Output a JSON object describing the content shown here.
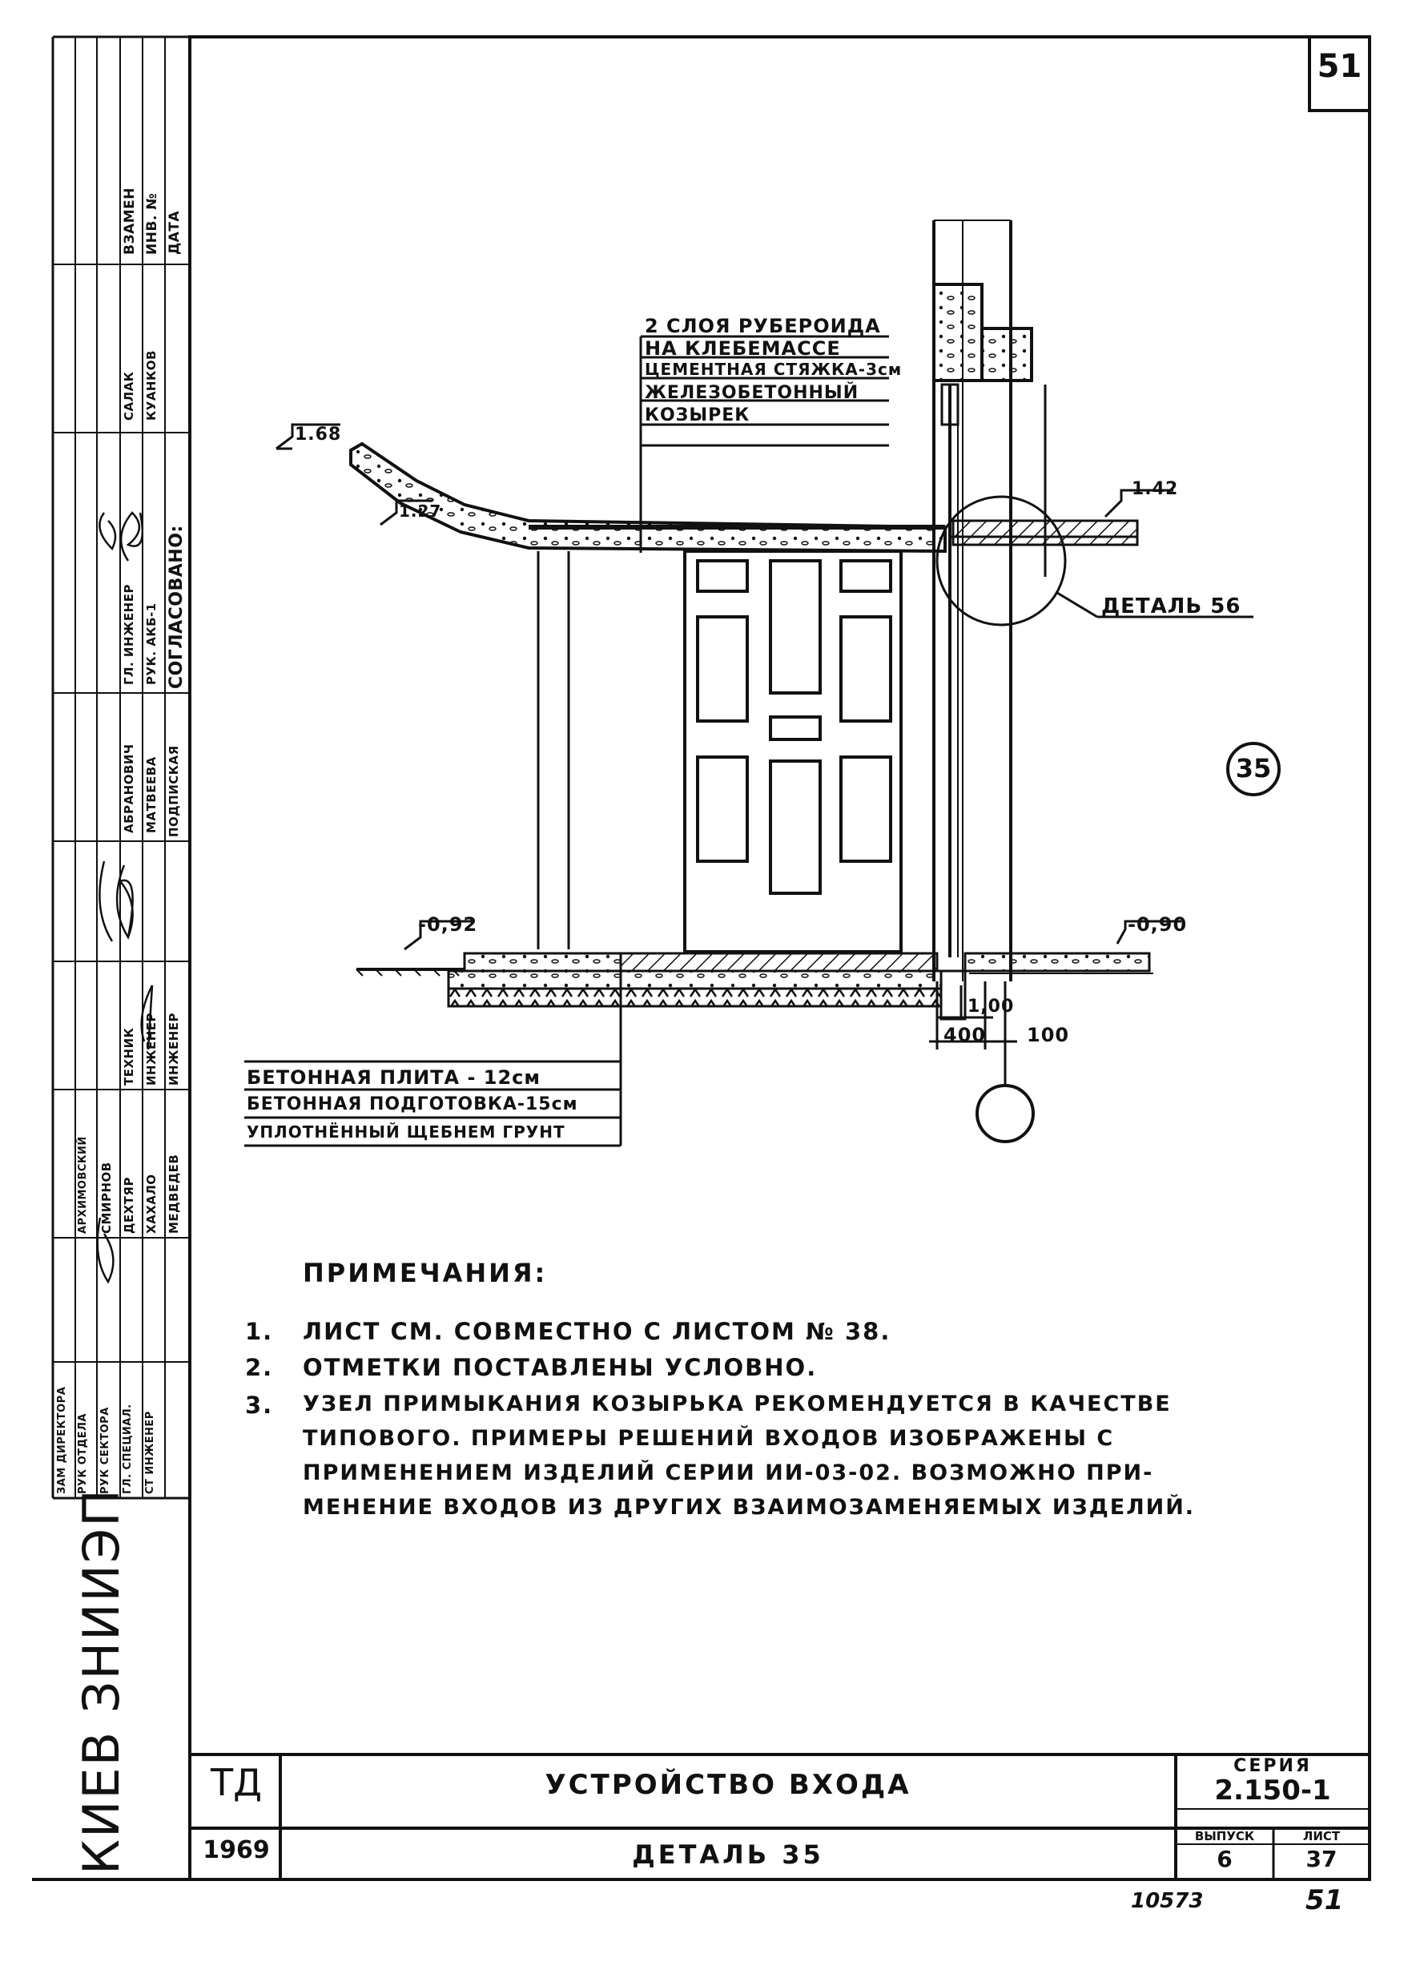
{
  "sheet_number_top": "51",
  "detail_marker": "35",
  "roof_layers": [
    "2 СЛОЯ РУБЕРОИДА",
    "НА КЛЕБЕМАССЕ",
    "ЦЕМЕНТНАЯ СТЯЖКА-3см",
    "ЖЕЛЕЗОБЕТОННЫЙ",
    "КОЗЫРЕК"
  ],
  "levels": {
    "canopy_tip": "1.68",
    "canopy_base": "1.27",
    "wall_slab": "1.42",
    "ground_left": "-0,92",
    "ground_right": "-0,90"
  },
  "detail_callout": "ДЕТАЛЬ 56",
  "floor_layers": [
    "БЕТОННАЯ ПЛИТА - 12см",
    "БЕТОННАЯ ПОДГОТОВКА-15см",
    "УПЛОТНЁННЫЙ ЩЕБНЕМ ГРУНТ"
  ],
  "dimensions": {
    "d1": "1,00",
    "d2": "400",
    "d3": "100"
  },
  "notes_title": "ПРИМЕЧАНИЯ:",
  "notes": [
    {
      "num": "1.",
      "lines": [
        "ЛИСТ СМ. СОВМЕСТНО С ЛИСТОМ № 38."
      ]
    },
    {
      "num": "2.",
      "lines": [
        "ОТМЕТКИ ПОСТАВЛЕНЫ УСЛОВНО."
      ]
    },
    {
      "num": "3.",
      "lines": [
        "УЗЕЛ ПРИМЫКАНИЯ КОЗЫРЬКА РЕКОМЕНДУЕТСЯ В КАЧЕСТВЕ",
        "ТИПОВОГО. ПРИМЕРЫ РЕШЕНИЙ ВХОДОВ ИЗОБРАЖЕНЫ С",
        "ПРИМЕНЕНИЕМ ИЗДЕЛИЙ СЕРИИ ИИ-03-02. ВОЗМОЖНО ПРИ-",
        "МЕНЕНИЕ ВХОДОВ ИЗ ДРУГИХ ВЗАИМОЗАМЕНЯЕМЫХ ИЗДЕЛИЙ."
      ]
    }
  ],
  "title_block": {
    "td": "ТД",
    "year": "1969",
    "title": "УСТРОЙСТВО ВХОДА",
    "subtitle": "ДЕТАЛЬ 35",
    "series_label": "СЕРИЯ",
    "series_value": "2.150-1",
    "issue_label": "ВЫПУСК",
    "issue_value": "6",
    "sheet_label": "ЛИСТ",
    "sheet_value": "37"
  },
  "org_name": "КИЕВ ЗНИИЭП",
  "side_stamp": {
    "agreed": "СОГЛАСОВАНО:",
    "date": "ДАТА",
    "inv": "ИНВ. №",
    "replace": "ВЗАМЕН",
    "signed": "ПОДПИСКАЯ",
    "names": [
      "КУАНКОВ",
      "САЛАК",
      "РУК. АКБ-1",
      "ГЛ. ИНЖЕНЕР",
      "МАТВЕЕВА",
      "АБРАНОВИЧ",
      "ИНЖЕНЕР",
      "ИНЖЕНЕР",
      "ТЕХНИК",
      "МЕДВЕДЕВ",
      "ХАХАЛО",
      "ДЕХТЯР",
      "СМИРНОВ",
      "АРХИМОВСКИЙ"
    ],
    "roles": [
      "ЗАМ ДИРЕКТОРА",
      "РУК ОТДЕЛА",
      "РУК СЕКТОРА",
      "ГЛ. СПЕЦИАЛ.",
      "СТ ИНЖЕНЕР"
    ]
  },
  "handwritten_bottom_left": "10573",
  "handwritten_bottom_right": "51"
}
